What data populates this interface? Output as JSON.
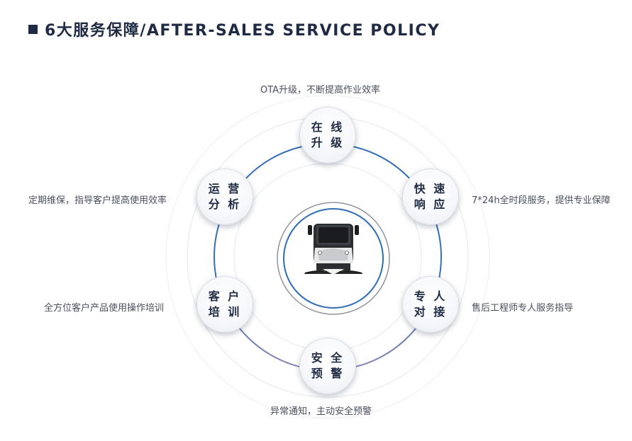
{
  "title": {
    "text": "6大服务保障/AFTER-SALES SERVICE POLICY"
  },
  "nodes": [
    {
      "line1": "在 线",
      "line2": "升 级",
      "desc": "OTA升级，不断提高作业效率"
    },
    {
      "line1": "快 速",
      "line2": "响 应",
      "desc": "7*24h全时段服务，提供专业保障"
    },
    {
      "line1": "专 人",
      "line2": "对 接",
      "desc": "售后工程师专人服务指导"
    },
    {
      "line1": "安 全",
      "line2": "预 警",
      "desc": "异常通知，主动安全预警"
    },
    {
      "line1": "客 户",
      "line2": "培 训",
      "desc": "全方位客户产品使用操作培训"
    },
    {
      "line1": "运 营",
      "line2": "分 析",
      "desc": "定期维保，指导客户提高使用效率"
    }
  ],
  "colors": {
    "title": "#1f2a44",
    "ring_blue": "#2f6db5",
    "ring_purple": "#7b7fb0",
    "ring_light": "#e6e8ee",
    "text": "#4a4f5c"
  },
  "center_image": {
    "icon": "sweeper-vehicle-icon"
  }
}
